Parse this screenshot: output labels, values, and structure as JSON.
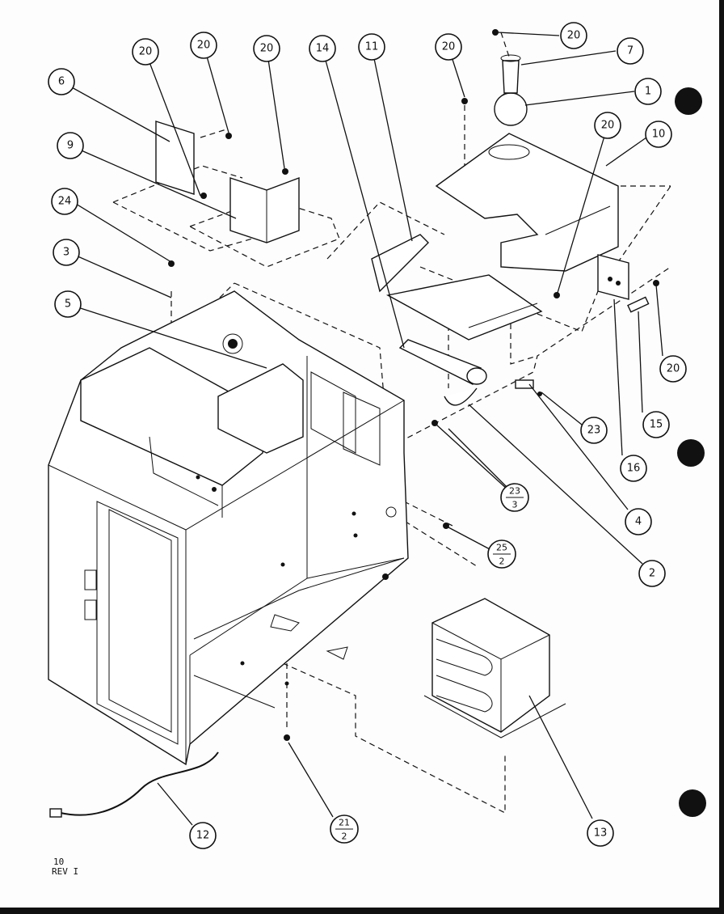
{
  "callouts": [
    {
      "id": "c-20a",
      "label": "20"
    },
    {
      "id": "c-20b",
      "label": "20"
    },
    {
      "id": "c-20c",
      "label": "20"
    },
    {
      "id": "c-14",
      "label": "14"
    },
    {
      "id": "c-11",
      "label": "11"
    },
    {
      "id": "c-20d",
      "label": "20"
    },
    {
      "id": "c-20e",
      "label": "20"
    },
    {
      "id": "c-7",
      "label": "7"
    },
    {
      "id": "c-1",
      "label": "1"
    },
    {
      "id": "c-20f",
      "label": "20"
    },
    {
      "id": "c-10",
      "label": "10"
    },
    {
      "id": "c-6",
      "label": "6"
    },
    {
      "id": "c-9",
      "label": "9"
    },
    {
      "id": "c-24",
      "label": "24"
    },
    {
      "id": "c-3",
      "label": "3"
    },
    {
      "id": "c-5",
      "label": "5"
    },
    {
      "id": "c-20g",
      "label": "20"
    },
    {
      "id": "c-23",
      "label": "23"
    },
    {
      "id": "c-15",
      "label": "15"
    },
    {
      "id": "c-16",
      "label": "16"
    },
    {
      "id": "c-4",
      "label": "4"
    },
    {
      "id": "c-2",
      "label": "2"
    },
    {
      "id": "c-12",
      "label": "12"
    },
    {
      "id": "c-13",
      "label": "13"
    }
  ],
  "fraction_callouts": [
    {
      "id": "f-23-3",
      "top": "23",
      "bottom": "3"
    },
    {
      "id": "f-25-2",
      "top": "25",
      "bottom": "2"
    },
    {
      "id": "f-21-2",
      "top": "21",
      "bottom": "2"
    }
  ],
  "notes": {
    "sheet_number": "10",
    "revision": "REV I"
  }
}
